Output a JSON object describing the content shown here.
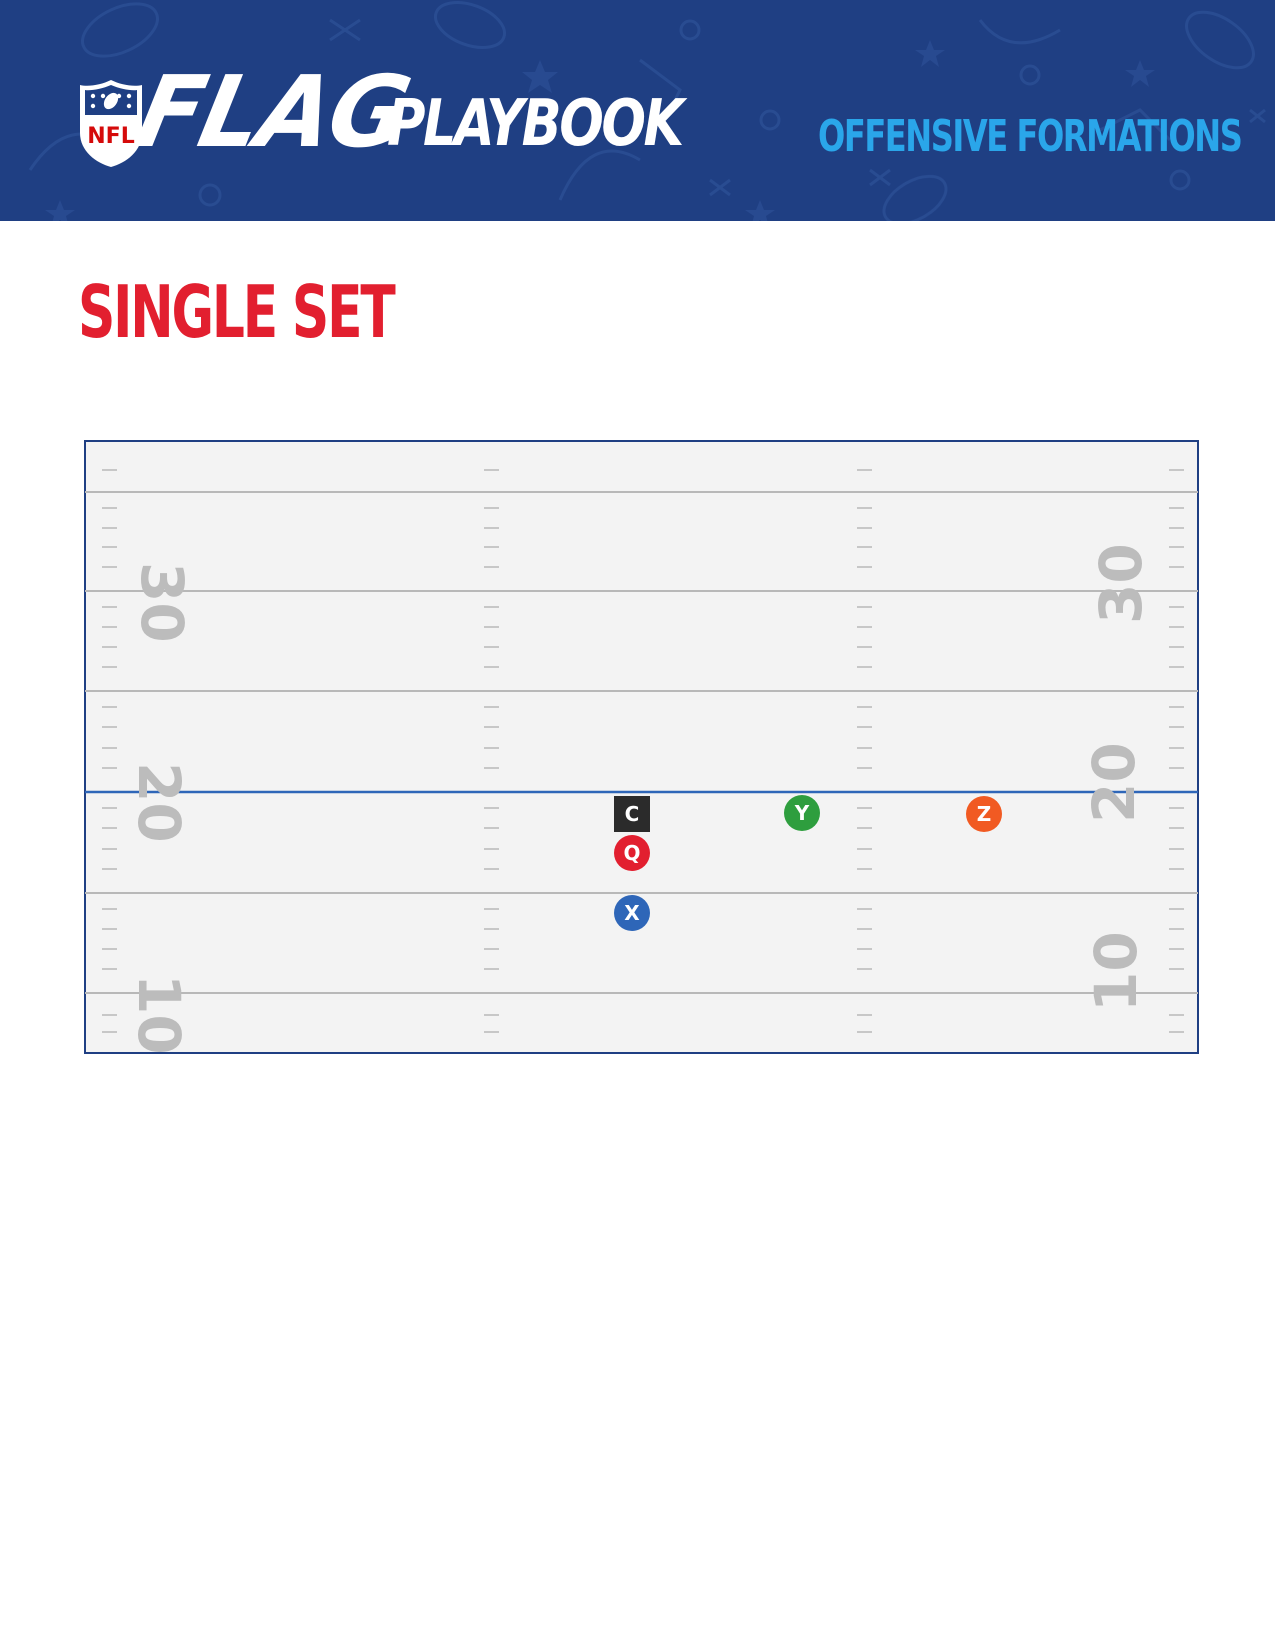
{
  "header": {
    "logo_text": "NFL",
    "brand": "FLAG",
    "product": "PLAYBOOK",
    "section": "OFFENSIVE FORMATIONS"
  },
  "page": {
    "title": "SINGLE SET"
  },
  "field": {
    "yard_numbers": {
      "left": [
        "30",
        "20",
        "10"
      ],
      "right": [
        "30",
        "20",
        "10"
      ]
    },
    "line_of_scrimmage_color": "#2e66b8"
  },
  "players": [
    {
      "label": "C",
      "role": "center",
      "shape": "square",
      "color": "#2b2b2b"
    },
    {
      "label": "Q",
      "role": "quarterback",
      "shape": "circle",
      "color": "#e21f2f"
    },
    {
      "label": "X",
      "role": "receiver-x",
      "shape": "circle",
      "color": "#2e66b8"
    },
    {
      "label": "Y",
      "role": "receiver-y",
      "shape": "circle",
      "color": "#2e9e3e"
    },
    {
      "label": "Z",
      "role": "receiver-z",
      "shape": "circle",
      "color": "#f15a22"
    }
  ],
  "colors": {
    "banner": "#1f3f83",
    "title": "#e21f2f",
    "section": "#2aa6ea",
    "field": "#f3f3f3",
    "field_border": "#1f3f83"
  }
}
